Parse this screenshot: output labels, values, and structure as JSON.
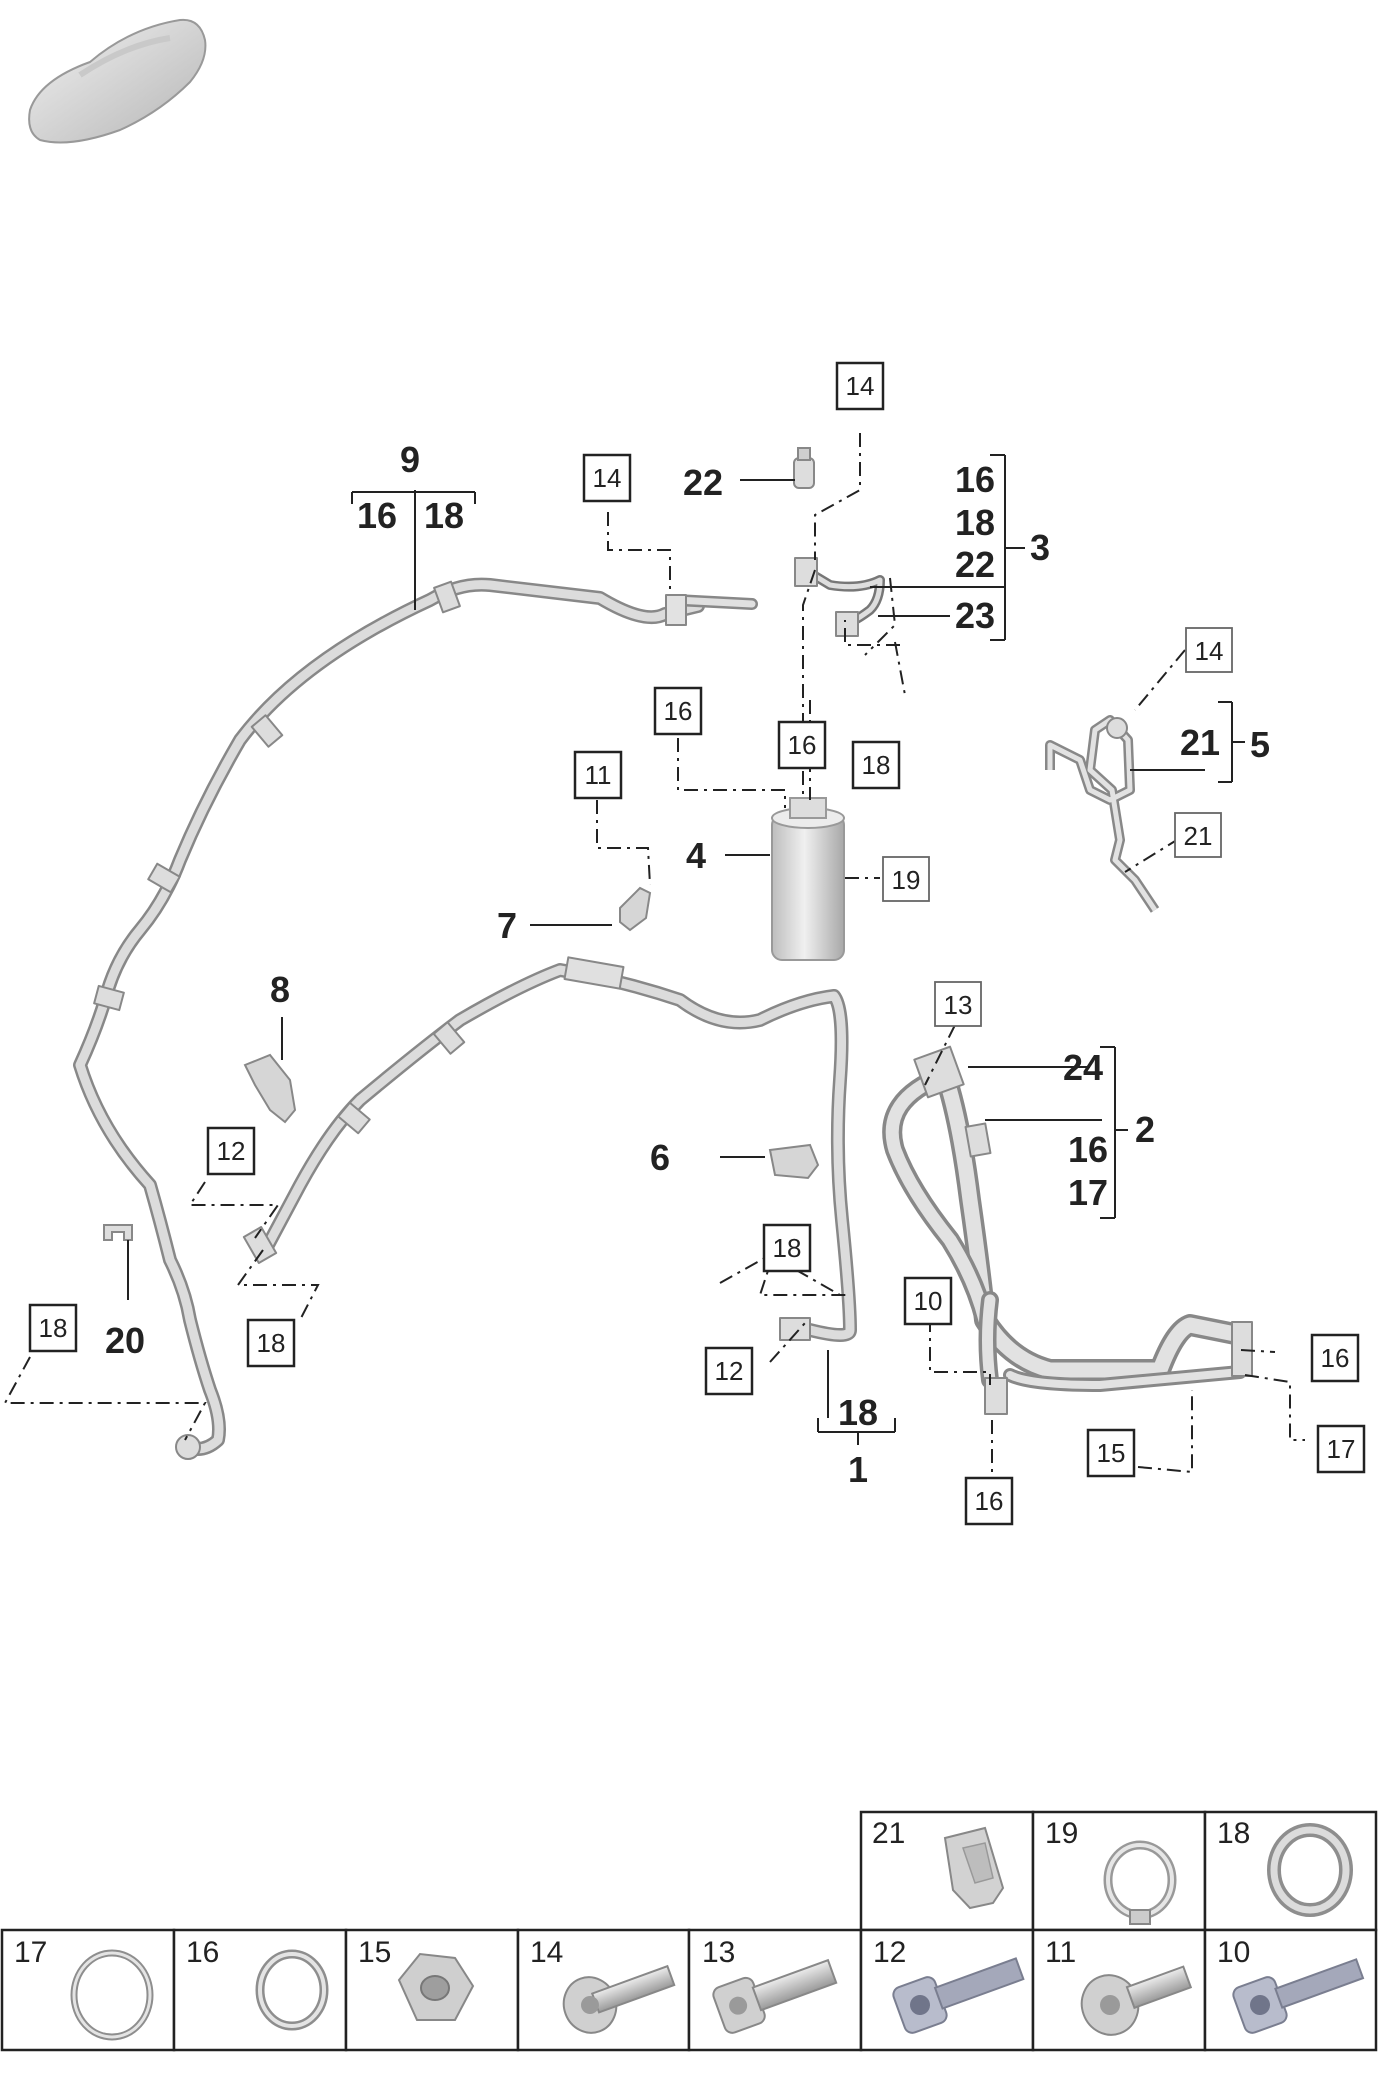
{
  "callouts": {
    "c1": "1",
    "c2": "2",
    "c3": "3",
    "c4": "4",
    "c5": "5",
    "c6": "6",
    "c7": "7",
    "c8": "8",
    "c9": "9",
    "c20": "20",
    "c22": "22",
    "c23": "23",
    "c24": "24",
    "g9a": "16",
    "g9b": "18",
    "g3a": "16",
    "g3b": "18",
    "g3c": "22",
    "g5a": "21",
    "g2a": "16",
    "g2b": "17",
    "g1a": "18"
  },
  "boxes": {
    "b14a": "14",
    "b14b": "14",
    "b14c": "14",
    "b16a": "16",
    "b16b": "16",
    "b16c": "16",
    "b16d": "16",
    "b11": "11",
    "b18a": "18",
    "b18b": "18",
    "b18c": "18",
    "b18d": "18",
    "b19": "19",
    "b21": "21",
    "b13": "13",
    "b12a": "12",
    "b12b": "12",
    "b10": "10",
    "b15": "15",
    "b17": "17"
  },
  "parts_table": {
    "top_row": [
      {
        "label": "21",
        "icon": "clip-icon"
      },
      {
        "label": "19",
        "icon": "hose-clamp-icon"
      },
      {
        "label": "18",
        "icon": "o-ring-icon"
      }
    ],
    "bottom_row": [
      {
        "label": "17",
        "icon": "seal-ring-icon"
      },
      {
        "label": "16",
        "icon": "seal-ring-icon"
      },
      {
        "label": "15",
        "icon": "hex-nut-icon"
      },
      {
        "label": "14",
        "icon": "flange-bolt-icon"
      },
      {
        "label": "13",
        "icon": "socket-bolt-icon"
      },
      {
        "label": "12",
        "icon": "torx-bolt-icon"
      },
      {
        "label": "11",
        "icon": "pan-head-bolt-icon"
      },
      {
        "label": "10",
        "icon": "torx-bolt-icon"
      }
    ]
  },
  "colors": {
    "line": "#222222",
    "part_fill": "#d9d9d9",
    "part_stroke": "#8a8a8a"
  }
}
